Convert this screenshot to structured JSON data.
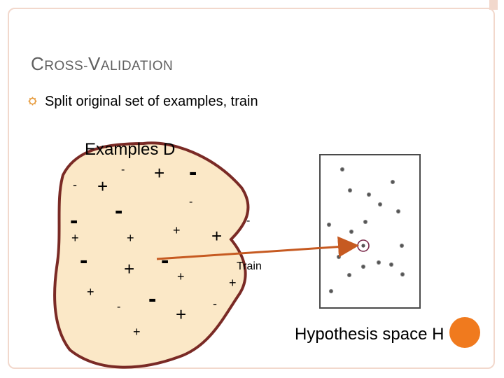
{
  "slide": {
    "title_first": "C",
    "title_rest1": "ROSS-",
    "title_v": "V",
    "title_rest2": "ALIDATION",
    "bullet": "Split original set of examples, train"
  },
  "diagram": {
    "examples_label": "Examples D",
    "train_label": "Train",
    "hypothesis_label": "Hypothesis space H",
    "colors": {
      "blob_fill": "#fbe8c7",
      "blob_stroke": "#7a2a25",
      "arrow": "#c65a21",
      "badge": "#f07a1e",
      "accent": "#e69a3c"
    }
  }
}
